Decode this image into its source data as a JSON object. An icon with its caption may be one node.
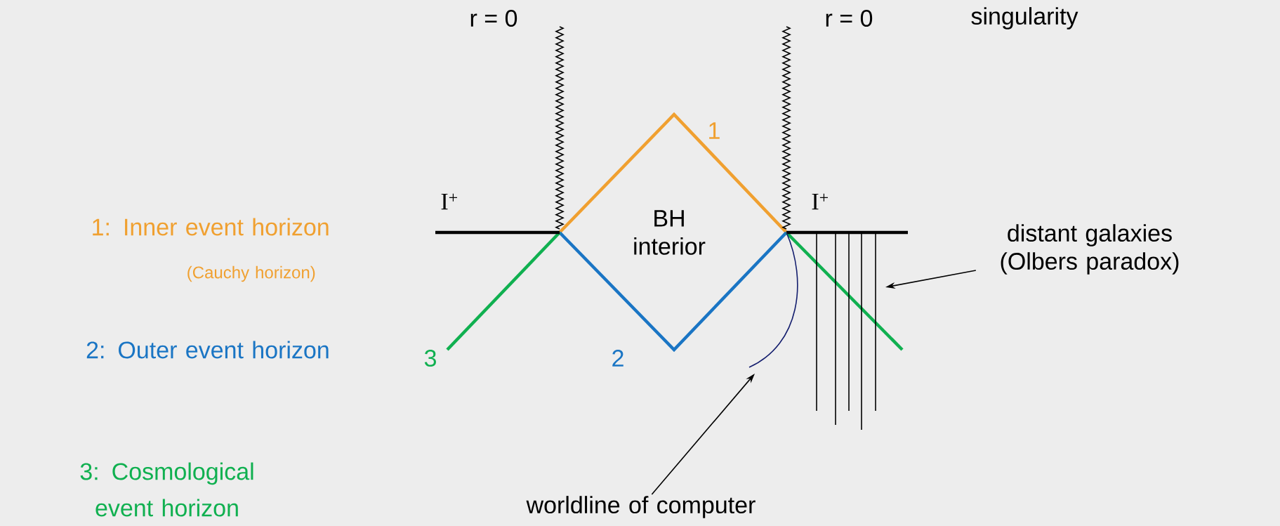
{
  "diagram": {
    "nodes": [
      {
        "text": [
          "worldline of computer"
        ]
      },
      {
        "text": [
          "distant galaxies (Olbers paradox)"
        ]
      }
    ],
    "edges": [
      {
        "from": 0,
        "to": null,
        "arrow": "to"
      },
      {
        "from": 1,
        "to": null,
        "arrow": "to"
      }
    ],
    "labels": [
      "r = 0",
      "r = 0",
      "singularity",
      "I$^{+}$",
      "I$^{+}$",
      "BH interior",
      "1",
      "2",
      "3"
    ],
    "legend": [
      {
        "text": "1: Inner event horizon",
        "color": "#f0a030"
      },
      {
        "text": "(Cauchy horizon)",
        "color": "#f0a030"
      },
      {
        "text": "2: Outer event horizon",
        "color": "#1a75c4"
      },
      {
        "text": "3: Cosmological event horizon",
        "color": "#10b050"
      }
    ]
  }
}
